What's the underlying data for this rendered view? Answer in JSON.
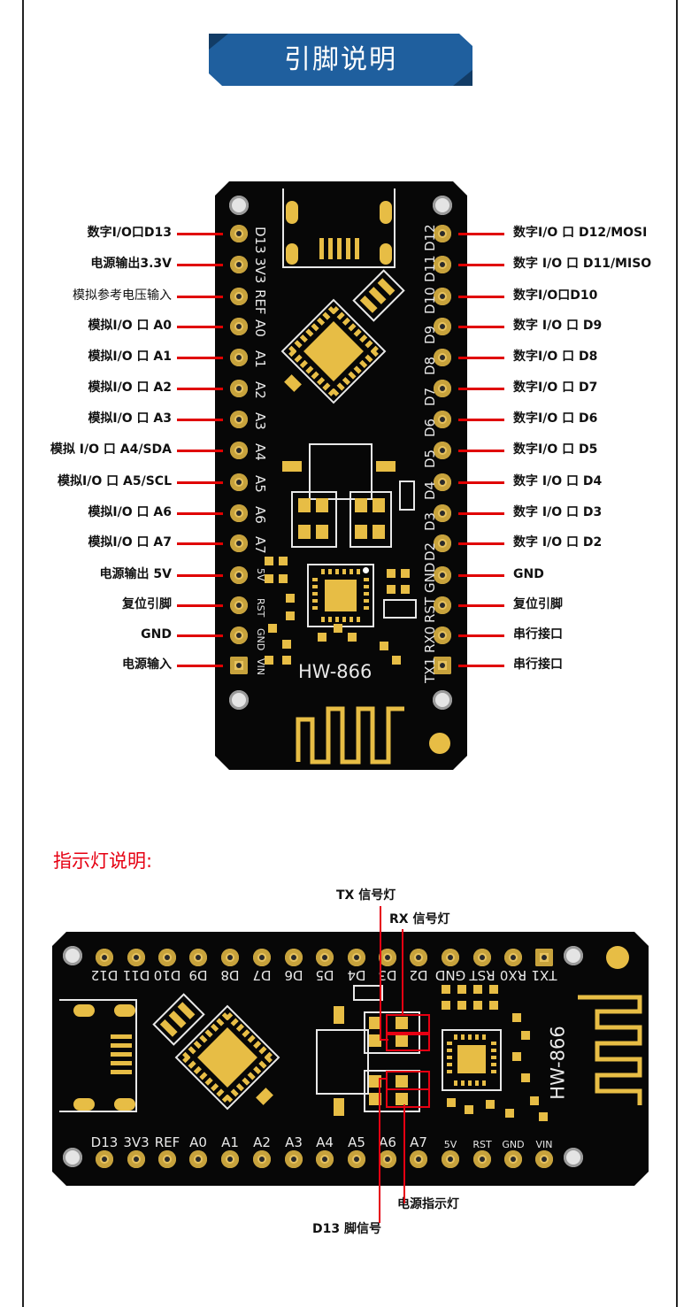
{
  "header": {
    "title": "引脚说明"
  },
  "board": {
    "model": "HW-866"
  },
  "left_pins": [
    {
      "silk": "D13",
      "label": "数字I/O口D13"
    },
    {
      "silk": "3V3",
      "label": "电源输出3.3V"
    },
    {
      "silk": "REF",
      "label": "模拟参考电压输入"
    },
    {
      "silk": "A0",
      "label": "模拟I/O 口 A0"
    },
    {
      "silk": "A1",
      "label": "模拟I/O 口 A1"
    },
    {
      "silk": "A2",
      "label": "模拟I/O 口 A2"
    },
    {
      "silk": "A3",
      "label": "模拟I/O 口 A3"
    },
    {
      "silk": "A4",
      "label": "模拟 I/O 口 A4/SDA"
    },
    {
      "silk": "A5",
      "label": "模拟I/O 口 A5/SCL"
    },
    {
      "silk": "A6",
      "label": "模拟I/O 口 A6"
    },
    {
      "silk": "A7",
      "label": "模拟I/O 口 A7"
    },
    {
      "silk": "5V",
      "label": "电源输出 5V"
    },
    {
      "silk": "RST",
      "label": "复位引脚"
    },
    {
      "silk": "GND",
      "label": "GND"
    },
    {
      "silk": "VIN",
      "label": "电源输入"
    }
  ],
  "right_pins": [
    {
      "silk": "D12",
      "label": "数字I/O 口 D12/MOSI"
    },
    {
      "silk": "D11",
      "label": "数字 I/O 口 D11/MISO"
    },
    {
      "silk": "D10",
      "label": "数字I/O口D10"
    },
    {
      "silk": "D9",
      "label": "数字 I/O 口 D9"
    },
    {
      "silk": "D8",
      "label": "数字I/O 口 D8"
    },
    {
      "silk": "D7",
      "label": "数字I/O 口 D7"
    },
    {
      "silk": "D6",
      "label": "数字I/O 口 D6"
    },
    {
      "silk": "D5",
      "label": "数字I/O 口 D5"
    },
    {
      "silk": "D4",
      "label": "数字 I/O 口 D4"
    },
    {
      "silk": "D3",
      "label": "数字 I/O 口 D3"
    },
    {
      "silk": "D2",
      "label": "数字 I/O 口 D2"
    },
    {
      "silk": "GND",
      "label": "GND"
    },
    {
      "silk": "RST",
      "label": "复位引脚"
    },
    {
      "silk": "RX0",
      "label": "串行接口"
    },
    {
      "silk": "TX1",
      "label": "串行接口"
    }
  ],
  "indicators": {
    "title": "指示灯说明:",
    "tx_led": "TX 信号灯",
    "rx_led": "RX 信号灯",
    "power_led": "电源指示灯",
    "d13_led": "D13 脚信号"
  },
  "board2": {
    "top_pins": [
      "D12",
      "D11",
      "D10",
      "D9",
      "D8",
      "D7",
      "D6",
      "D5",
      "D4",
      "D3",
      "D2",
      "GND",
      "RST",
      "RX0",
      "TX1"
    ],
    "bottom_pins": [
      "D13",
      "3V3",
      "REF",
      "A0",
      "A1",
      "A2",
      "A3",
      "A4",
      "A5",
      "A6",
      "A7",
      "5V",
      "RST",
      "GND",
      "VIN"
    ]
  },
  "colors": {
    "banner": "#1f5f9e",
    "banner_dark": "#123c66",
    "accent_red": "#e00000",
    "pcb": "#070707",
    "gold": "#e7bd45"
  }
}
